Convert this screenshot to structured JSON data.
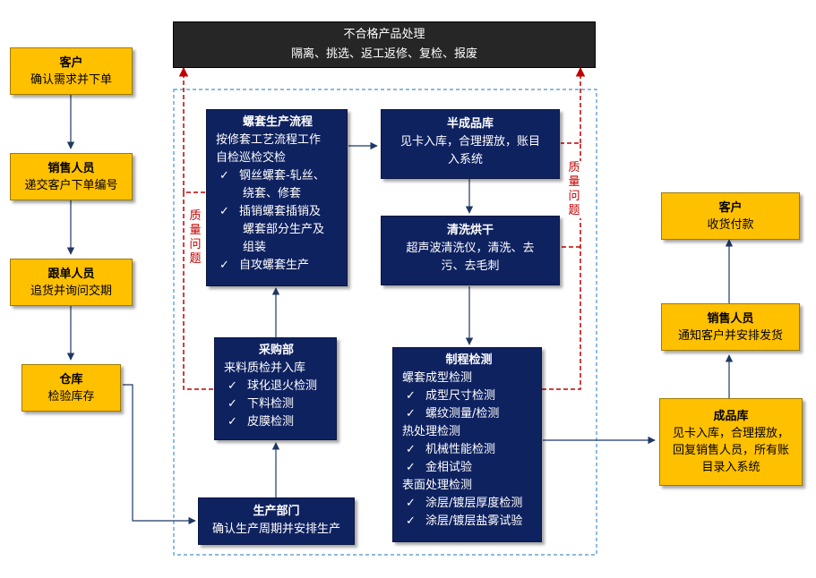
{
  "top_box": {
    "title": "不合格产品处理",
    "subtitle": "隔离、挑选、返工返修、复检、报废"
  },
  "left_column": [
    {
      "title": "客户",
      "text": "确认需求并下单"
    },
    {
      "title": "销售人员",
      "text": "递交客户下单编号"
    },
    {
      "title": "跟单人员",
      "text": "追货并询问交期"
    },
    {
      "title": "仓库",
      "text": "检验库存"
    }
  ],
  "production_dept": {
    "title": "生产部门",
    "text": "确认生产周期并安排生产"
  },
  "purchasing": {
    "title": "采购部",
    "intro": "来料质检并入库",
    "items": [
      "球化退火检测",
      "下料检测",
      "皮膜检测"
    ]
  },
  "sleeve_process": {
    "title": "螺套生产流程",
    "lines": [
      "按修套工艺流程工作",
      "自检巡检交检"
    ],
    "items": [
      {
        "line1": "钢丝螺套-轧丝、",
        "line2": "绕套、修套"
      },
      {
        "line1": "插销螺套插销及",
        "line2": "螺套部分生产及",
        "line3": "组装"
      },
      {
        "line1": "自攻螺套生产"
      }
    ]
  },
  "semi_finished": {
    "title": "半成品库",
    "line1": "见卡入库，合理摆放，账目",
    "line2": "入系统"
  },
  "cleaning": {
    "title": "清洗烘干",
    "line1": "超声波清洗仪，清洗、去",
    "line2": "污、去毛刺"
  },
  "process_inspection": {
    "title": "制程检测",
    "groups": [
      {
        "heading": "螺套成型检测",
        "items": [
          "成型尺寸检测",
          "螺纹测量/检测"
        ]
      },
      {
        "heading": "热处理检测",
        "items": [
          "机械性能检测",
          "金相试验"
        ]
      },
      {
        "heading": "表面处理检测",
        "items": [
          "涂层/镀层厚度检测",
          "涂层/镀层盐雾试验"
        ]
      }
    ]
  },
  "finished_goods": {
    "title": "成品库",
    "lines": [
      "见卡入库，合理摆放，",
      "回复销售人员，所有账",
      "目录入系统"
    ]
  },
  "right_column": [
    {
      "title": "客户",
      "text": "收货付款"
    },
    {
      "title": "销售人员",
      "text": "通知客户并安排发货"
    }
  ],
  "quality_label_left": [
    "质",
    "量",
    "问",
    "题"
  ],
  "quality_label_right": [
    "质",
    "量",
    "问",
    "题"
  ],
  "checkmark": "✓",
  "colors": {
    "yellow": "#FFC000",
    "navy": "#0F2260",
    "dark": "#262626",
    "red_dashed": "#C00000",
    "blue_dashed": "#4A90C8",
    "arrow": "#1F3864"
  }
}
